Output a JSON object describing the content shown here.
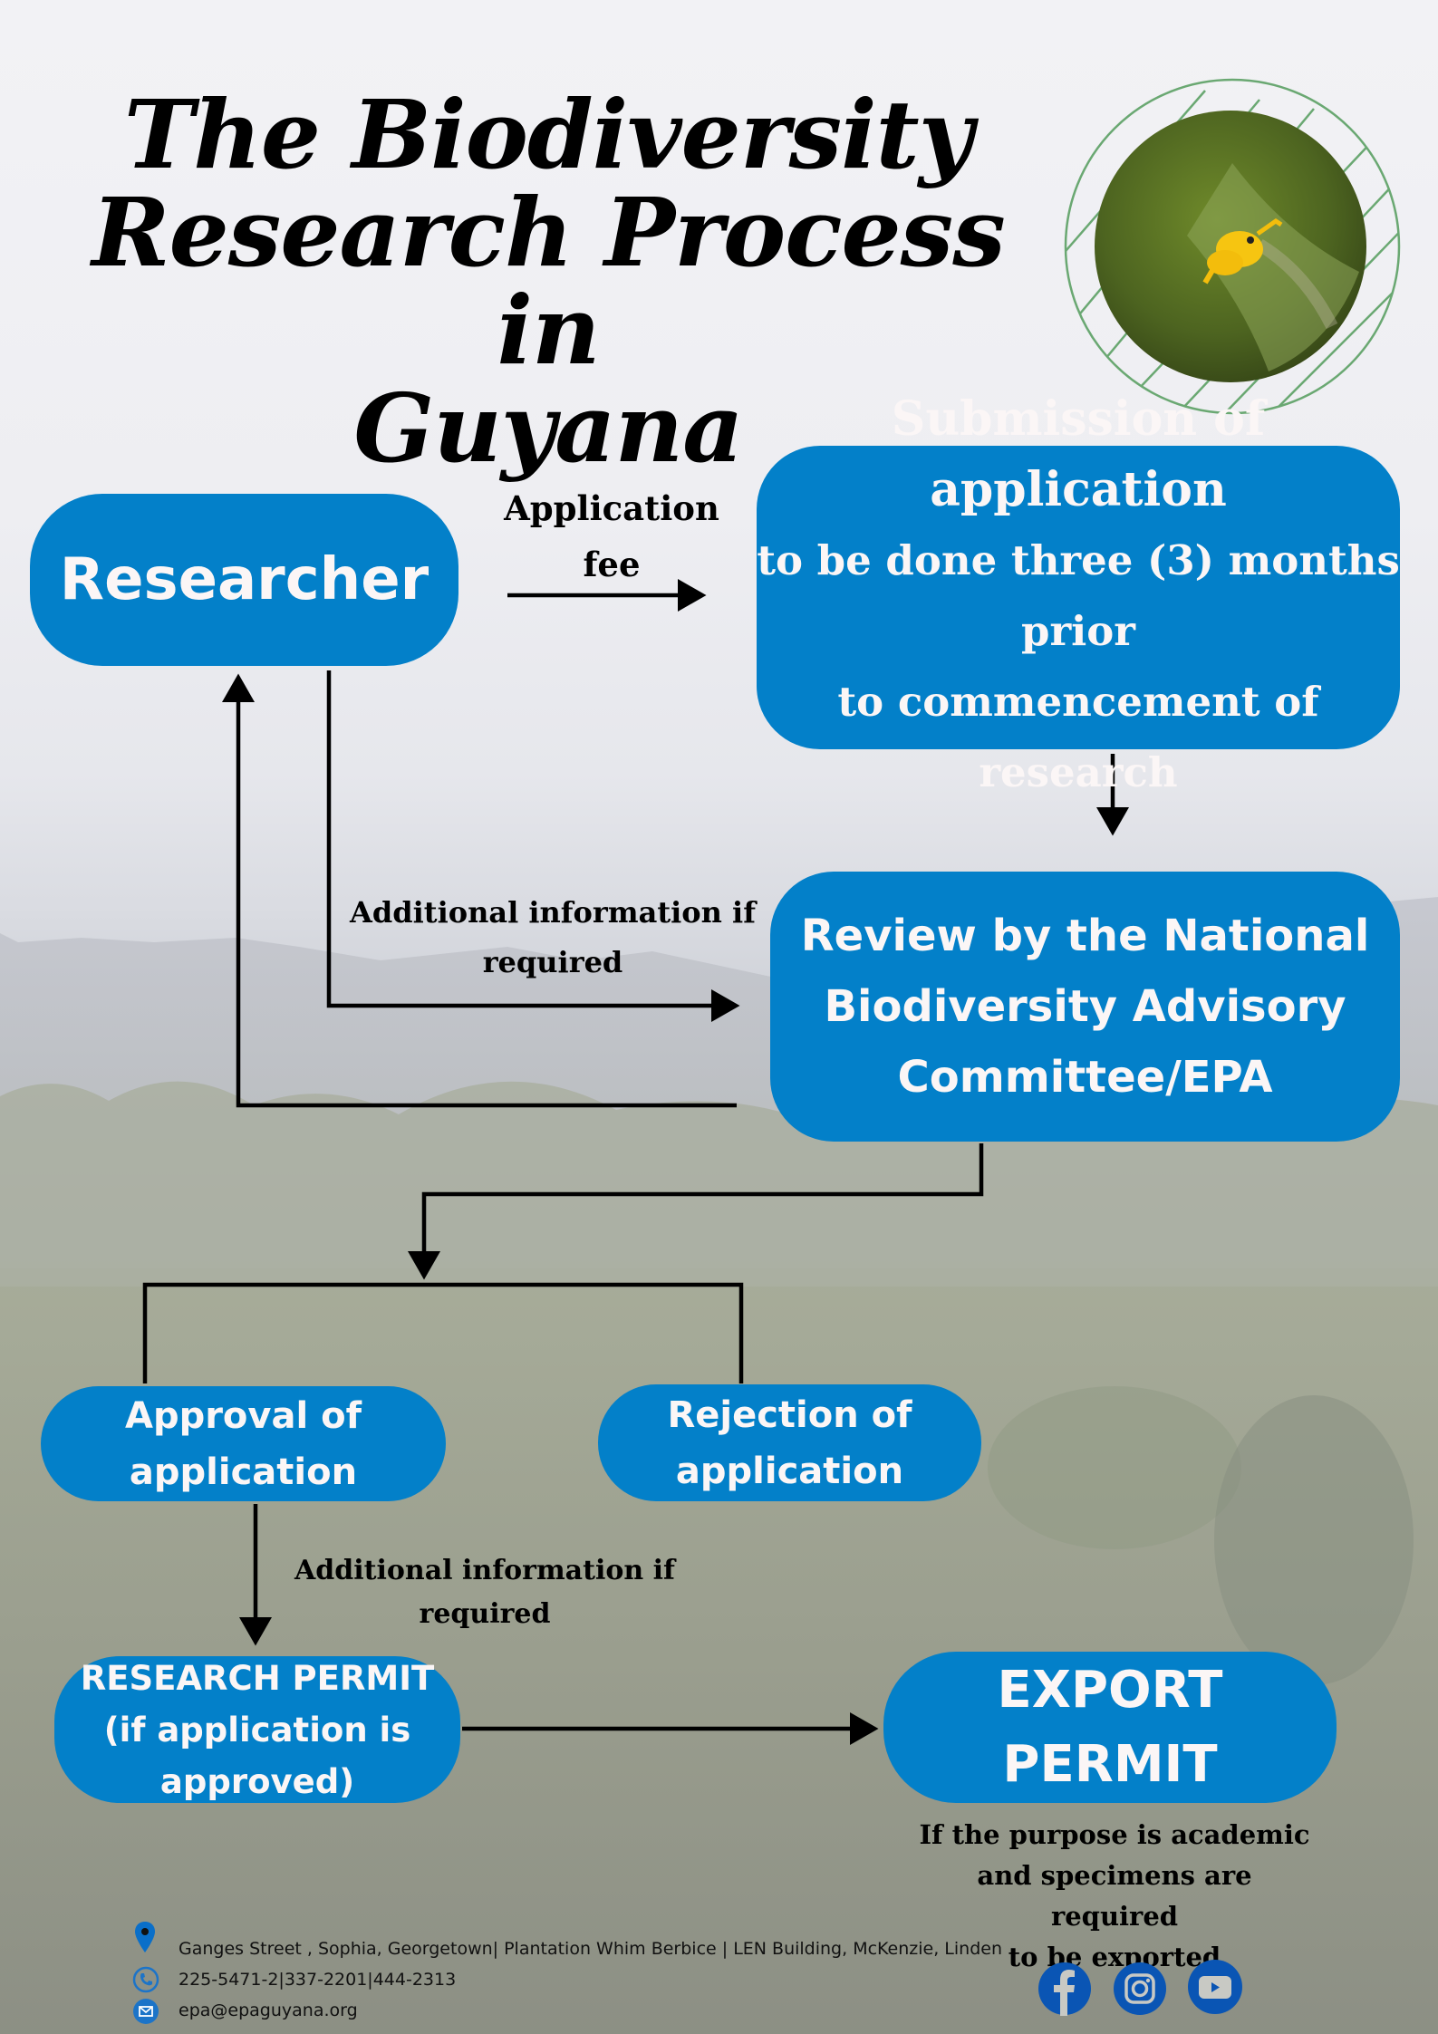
{
  "title": {
    "line1": "The Biodiversity",
    "line2": "Research Process in",
    "line3": "Guyana"
  },
  "photo": {
    "subject": "frog-photo",
    "description": "Yellow frog on a green leaf"
  },
  "nodes": {
    "researcher": "Researcher",
    "submission": {
      "line1": "Submission of application",
      "line2": "to be done three (3) months",
      "line3": "prior",
      "line4": "to commencement of research"
    },
    "review": {
      "line1": "Review by the National",
      "line2": "Biodiversity Advisory",
      "line3": "Committee/EPA"
    },
    "approval": {
      "line1": "Approval of",
      "line2": "application"
    },
    "rejection": {
      "line1": "Rejection of",
      "line2": "application"
    },
    "research_permit": {
      "line1": "RESEARCH PERMIT",
      "line2": "(if application is",
      "line3": "approved)"
    },
    "export_permit": {
      "line1": "EXPORT",
      "line2": "PERMIT"
    }
  },
  "edge_labels": {
    "application_fee": {
      "line1": "Application",
      "line2": "fee"
    },
    "additional_info_1": {
      "line1": "Additional information if",
      "line2": "required"
    },
    "additional_info_2": {
      "line1": "Additional information if",
      "line2": "required"
    },
    "export_note": {
      "line1": "If the purpose is academic",
      "line2": "and specimens are required",
      "line3": "to be exported"
    }
  },
  "footer": {
    "address": "Ganges Street , Sophia, Georgetown| Plantation Whim Berbice | LEN Building, McKenzie, Linden",
    "phone": "225-5471-2|337-2201|444-2313",
    "email": "epa@epaguyana.org",
    "icons": [
      "location-pin-icon",
      "phone-icon",
      "email-icon"
    ],
    "social": [
      "facebook-icon",
      "instagram-icon",
      "youtube-icon"
    ]
  },
  "colors": {
    "node_fill": "#0380c9",
    "node_text": "#fbf6f6",
    "social_blue": "#0a55b4",
    "frame_green": "#6aa872"
  }
}
